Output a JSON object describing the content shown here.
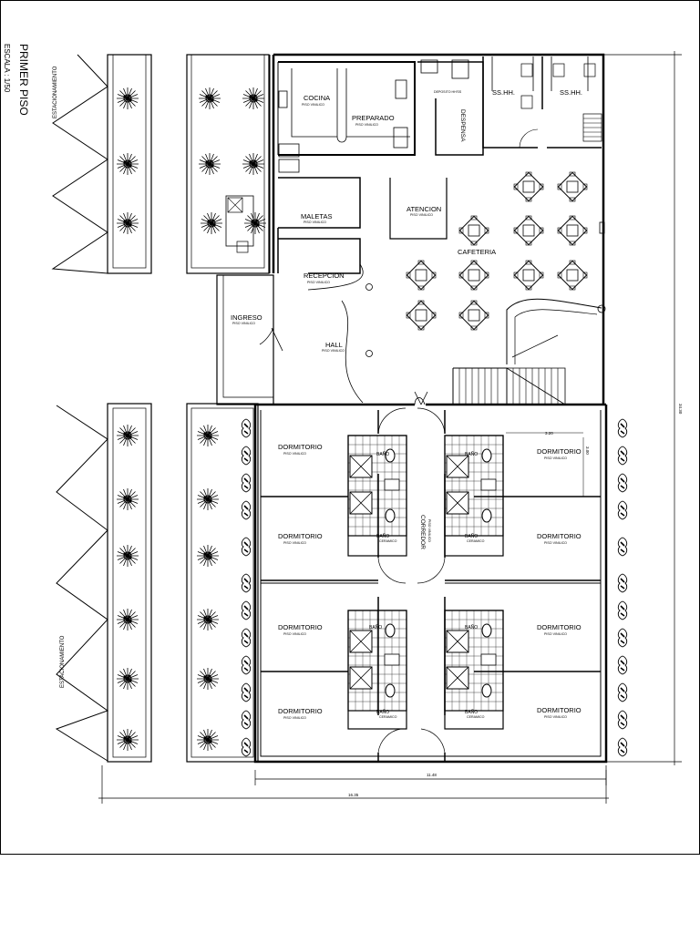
{
  "title": {
    "heading": "PRIMER PISO",
    "scale": "ESCALA : 1/50"
  },
  "parking": {
    "top_label": "ESTACIONAMIENTO",
    "bottom_label": "ESTACIONAMIENTO"
  },
  "rooms": {
    "cocina": "COCINA",
    "preparado": "PREPARADO",
    "despensa": "DESPENSA",
    "ss_hh_staff": "SS.HH.",
    "ss_hh_public": "SS.HH.",
    "depot_note": "DEPOSITO HH'SS",
    "maletas": "MALETAS",
    "atencion": "ATENCION",
    "cafeteria": "CAFETERIA",
    "recepcion": "RECEPCION",
    "ingreso": "INGRESO",
    "hall": "HALL",
    "corredor": "CORREDOR",
    "corredor_floor": "PISO VINILICO",
    "floor_finish": "PISO VINILICO",
    "dormitorio": "DORMITORIO",
    "bano": "BAÑO",
    "bano_floor": "CERAMICO"
  },
  "dimensions": {
    "total_width": "16.35",
    "inner_width": "11.48",
    "total_height": "34.30",
    "room_width": "3.20",
    "room_height": "3.00"
  }
}
